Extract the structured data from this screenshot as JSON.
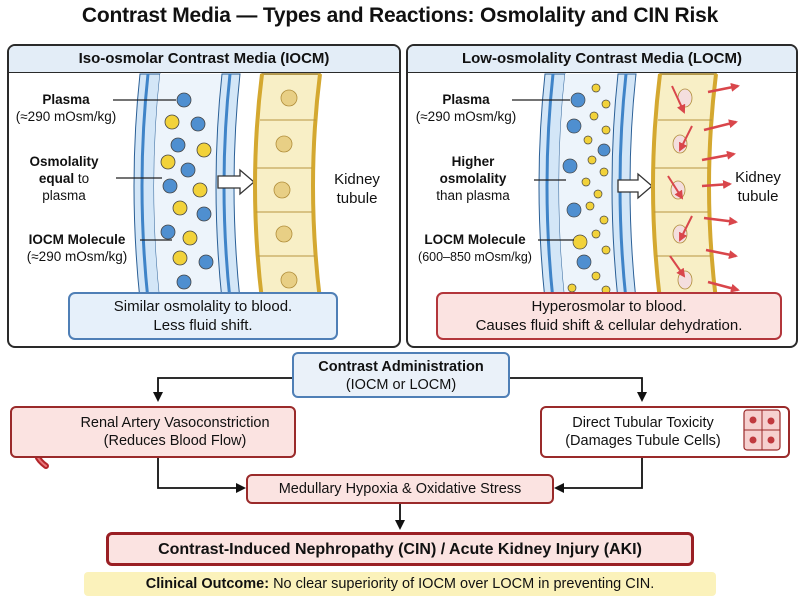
{
  "title": "Contrast Media — Types and Reactions: Osmolality and CIN Risk",
  "left_panel": {
    "header": "Iso-osmolar Contrast Media (IOCM)",
    "plasma_bold": "Plasma",
    "plasma_value": "(≈290 mOsm/kg)",
    "osm_bold1": "Osmolality",
    "osm_bold2": "equal",
    "osm_to": "to",
    "osm_plasma": "plasma",
    "molecule_bold": "IOCM Molecule",
    "molecule_value": "(≈290 mOsm/kg)",
    "kidney1": "Kidney",
    "kidney2": "tubule",
    "summary1": "Similar osmolality to blood.",
    "summary2": "Less fluid shift."
  },
  "right_panel": {
    "header": "Low-osmolality Contrast Media (LOCM)",
    "plasma_bold": "Plasma",
    "plasma_value": "(≈290 mOsm/kg)",
    "osm_bold1": "Higher",
    "osm_bold2": "osmolality",
    "osm_rest": "than plasma",
    "molecule_bold": "LOCM Molecule",
    "molecule_value": "(600–850 mOsm/kg)",
    "kidney1": "Kidney",
    "kidney2": "tubule",
    "summary1": "Hyperosmolar to blood.",
    "summary2": "Causes fluid shift & cellular dehydration."
  },
  "flow": {
    "admin_line1": "Contrast Administration",
    "admin_line2": "(IOCM or LOCM)",
    "renal_line1": "Renal Artery Vasoconstriction",
    "renal_line2": "(Reduces Blood Flow)",
    "toxic_line1": "Direct Tubular Toxicity",
    "toxic_line2": "(Damages Tubule Cells)",
    "hypoxia": "Medullary Hypoxia & Oxidative Stress",
    "outcome": "Contrast-Induced Nephropathy (CIN) / Acute Kidney Injury (AKI)",
    "clinical_label": "Clinical Outcome:",
    "clinical_text": "No clear superiority of IOCM over LOCM in preventing CIN."
  },
  "colors": {
    "vessel_blue": "#3f84c8",
    "plasma_dot": "#4f8fd0",
    "contrast_dot": "#f2d23a",
    "tubule_fill": "#f8efc6",
    "danger_red": "#d9464b",
    "summary_blue_bg": "#e6f0fa",
    "summary_red_bg": "#fbe3e1",
    "clinical_bg": "#fbf2bb"
  }
}
